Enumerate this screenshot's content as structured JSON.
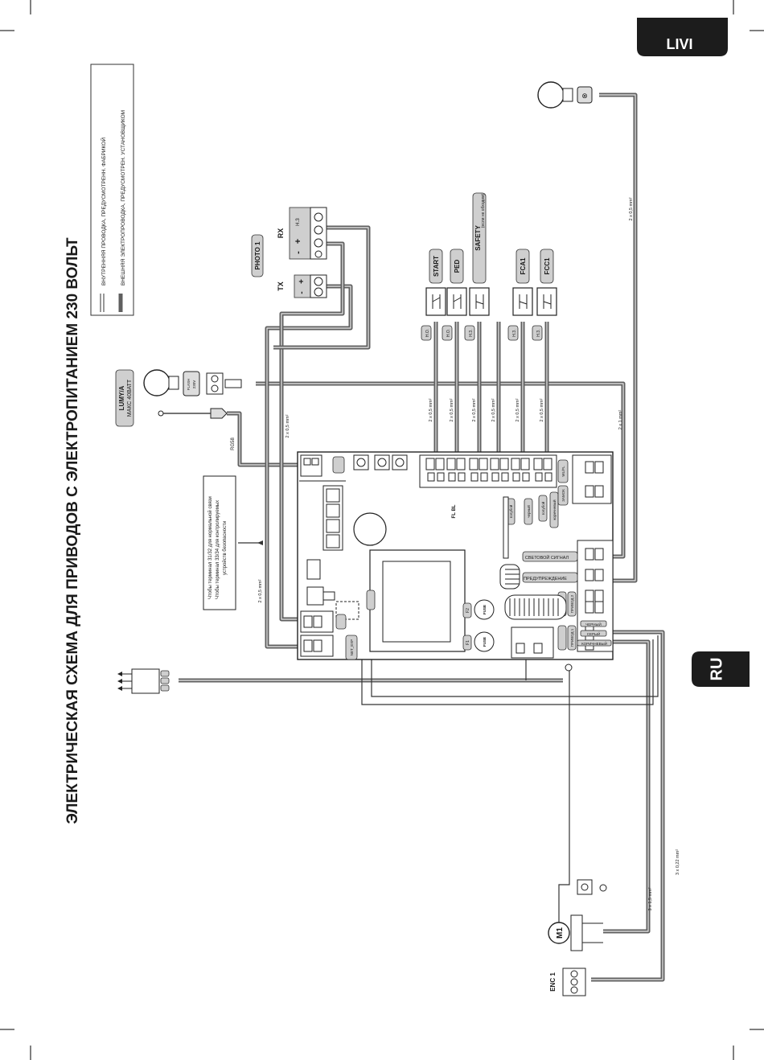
{
  "brand": "LIVI",
  "language_tab": "RU",
  "title": "ЭЛЕКТРИЧЕСКАЯ СХЕМА ДЛЯ ПРИВОДОВ С ЭЛЕКТРОПИТАНИЕМ 230 ВОЛЬТ",
  "legend": {
    "internal": "ВНУТРЕННЯЯ ПРОВОДКА, ПРЕДУСМОТРЕНН. ФАБРИКОЙ",
    "external": "ВНЕШНЯЯ ЭЛЕКТРОПРОВОДКА, ПРЕДУСМОТРЕН. УСТАНОВЩИКОМ"
  },
  "devices": {
    "photo": "PHOTO 1",
    "tx": "TX",
    "rx": "RX",
    "lumy_name": "LUMY/A",
    "lumy_power": "МАКС 40ВАТТ",
    "flash": "FLASH",
    "flash_v": "230V",
    "rg58": "RG58",
    "motor": "M1",
    "encoder": "ENC 1",
    "nc": "Н.З"
  },
  "inputs": [
    {
      "label": "START",
      "contact": "Н.О."
    },
    {
      "label": "PED",
      "contact": "Н.О."
    },
    {
      "label": "SAFETY",
      "sub": "(если не обходим)",
      "contact": "Н.З."
    },
    {
      "label": "FCA1",
      "contact": "Н.З."
    },
    {
      "label": "FCC1",
      "contact": "Н.З."
    }
  ],
  "cables": {
    "c1": "2 x 0,5 mm²",
    "c2": "2 x 0,5 mm²",
    "c3": "2 x 0,5 mm²",
    "c4": "2 x 0,5 mm²",
    "c5": "2 x 0,5 mm²",
    "c6": "2 x 0,5 mm²",
    "c7": "2 x 0,5 mm²",
    "c8": "2 x 0,5 mm²",
    "c9": "2 x 1 mm²",
    "c10": "2 x 0,5 mm²",
    "motor": "3 x 1,5 mm²",
    "encoder": "3 x 0,22 mm²"
  },
  "note": {
    "line1": "Чтобы  терминал 31/32 для нормальной связи",
    "line2": "Чтобы  терминал 33/34 для контролируемых",
    "line3": "устройств безопасности"
  },
  "board": {
    "fl_bl": "FL  BL",
    "light": "СВЕТОВОЙ СИГНАЛ",
    "warning": "ПРЕДУПРЕЖДЕНИЕ",
    "drive1": "ПРИВОД 1",
    "drive2": "ПРИВОД 2",
    "lock": "ЗАМОК",
    "wl": "WL/FL",
    "net_exp": "NET_EXP",
    "fuse": "FUSE",
    "f1": "F1",
    "f2": "F2",
    "black": "ЧЕРНЫЙ",
    "grey": "СЕРЫЙ",
    "brown": "КОРИЧНЕВЫЙ",
    "wire_colors": [
      "голубой",
      "черный",
      "голубой",
      "коричневый"
    ]
  }
}
